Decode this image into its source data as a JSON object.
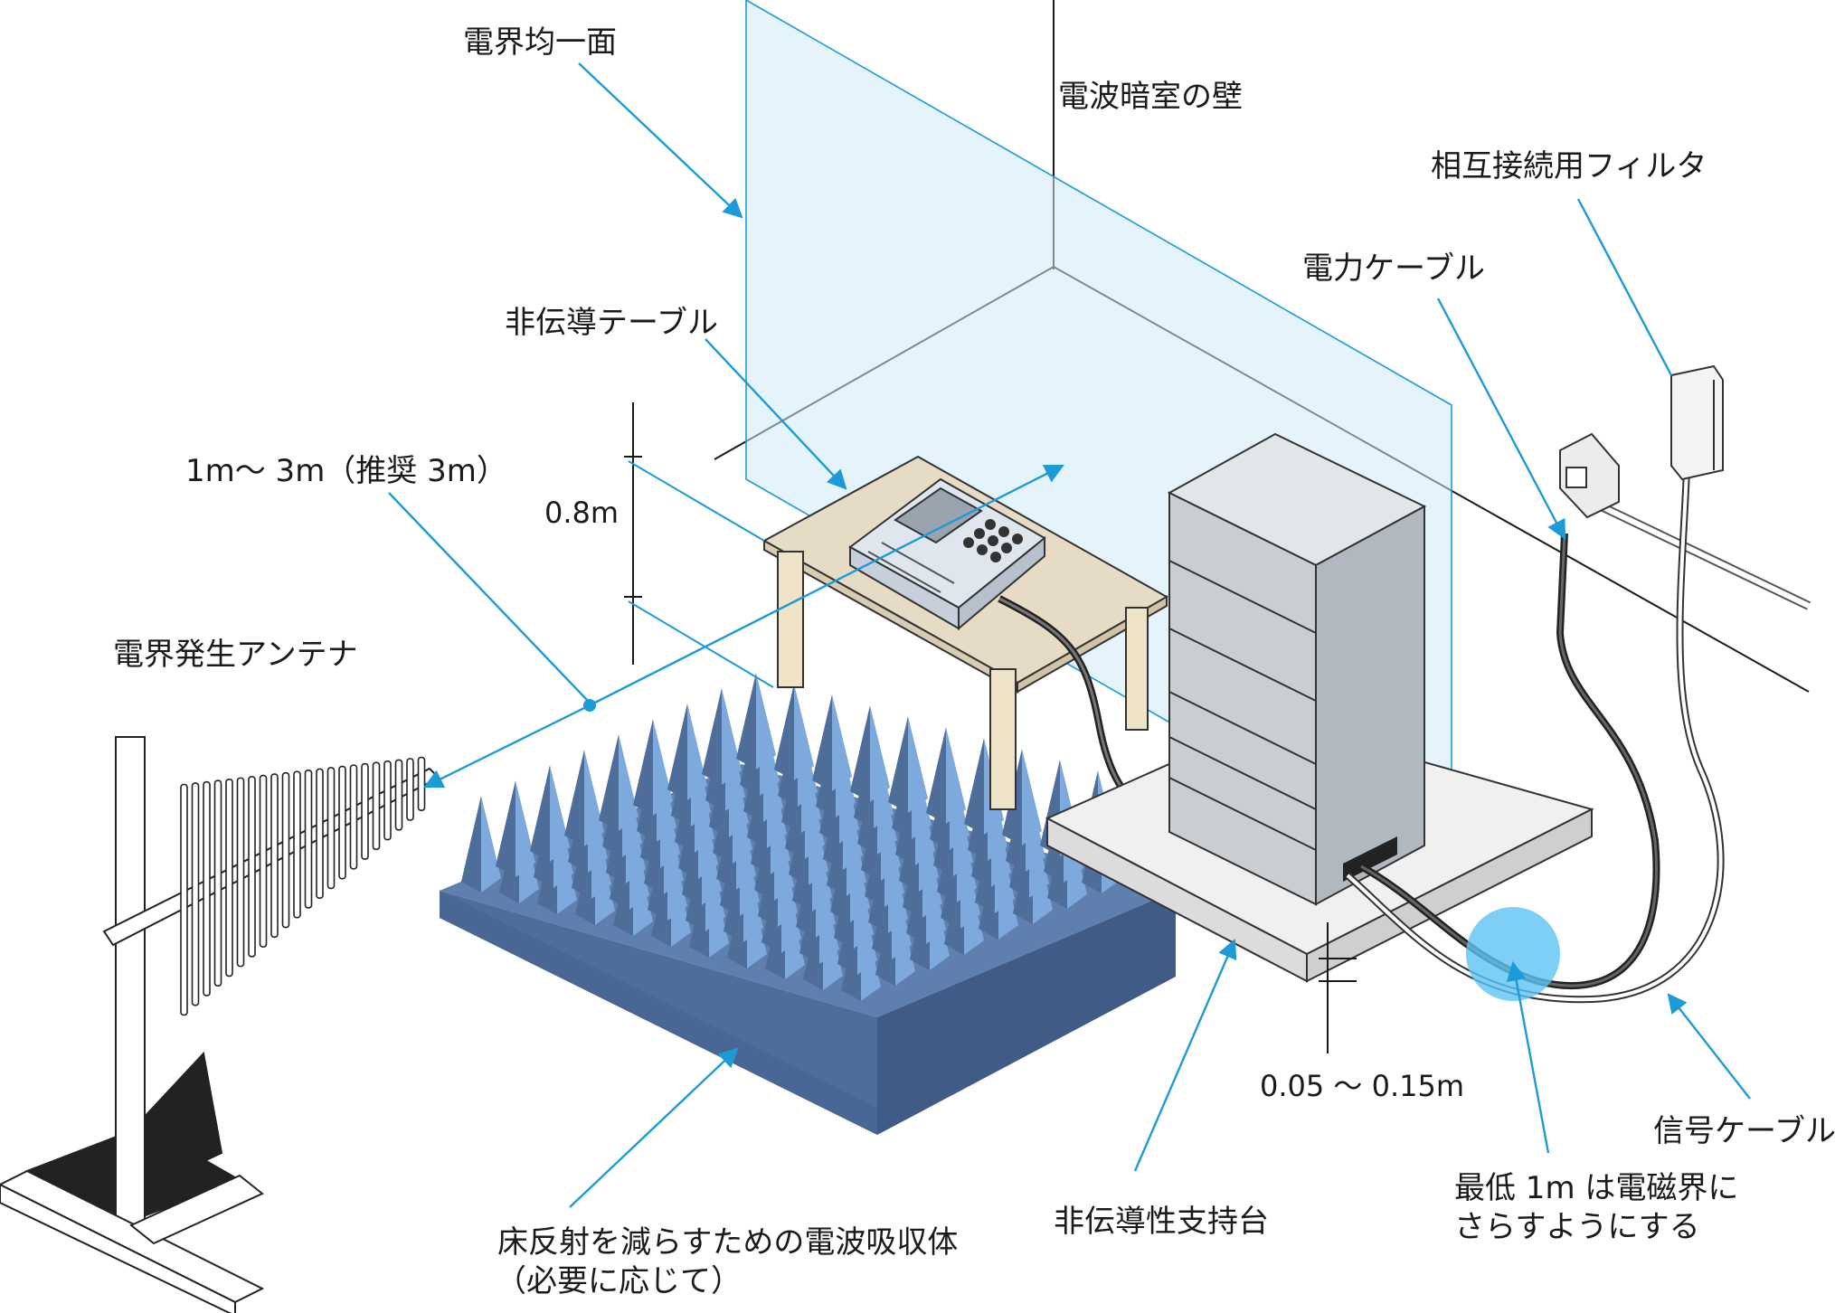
{
  "labels": {
    "uniform_field_plane": "電界均一面",
    "chamber_wall": "電波暗室の壁",
    "interconnect_filter": "相互接続用フィルタ",
    "power_cable": "電力ケーブル",
    "nonconductive_table": "非伝導テーブル",
    "distance": "1m〜 3m（推奨 3m）",
    "table_height": "0.8m",
    "field_antenna": "電界発生アンテナ",
    "support_height": "0.05 〜 0.15m",
    "signal_cable": "信号ケーブル",
    "exposure_line1": "最低 1m は電磁界に",
    "exposure_line2": "さらすようにする",
    "nonconductive_support": "非伝導性支持台",
    "absorber_line1": "床反射を減らすための電波吸収体",
    "absorber_line2": "（必要に応じて）"
  },
  "colors": {
    "leader": "#1d9ad8",
    "plane_fill": "#cfe9f8",
    "absorber_light": "#7ea9dc",
    "absorber_dark": "#4f6d99",
    "cabinet": "#c9ced3",
    "table_top": "#e6dcc6",
    "highlight": "#5cc3f2"
  }
}
